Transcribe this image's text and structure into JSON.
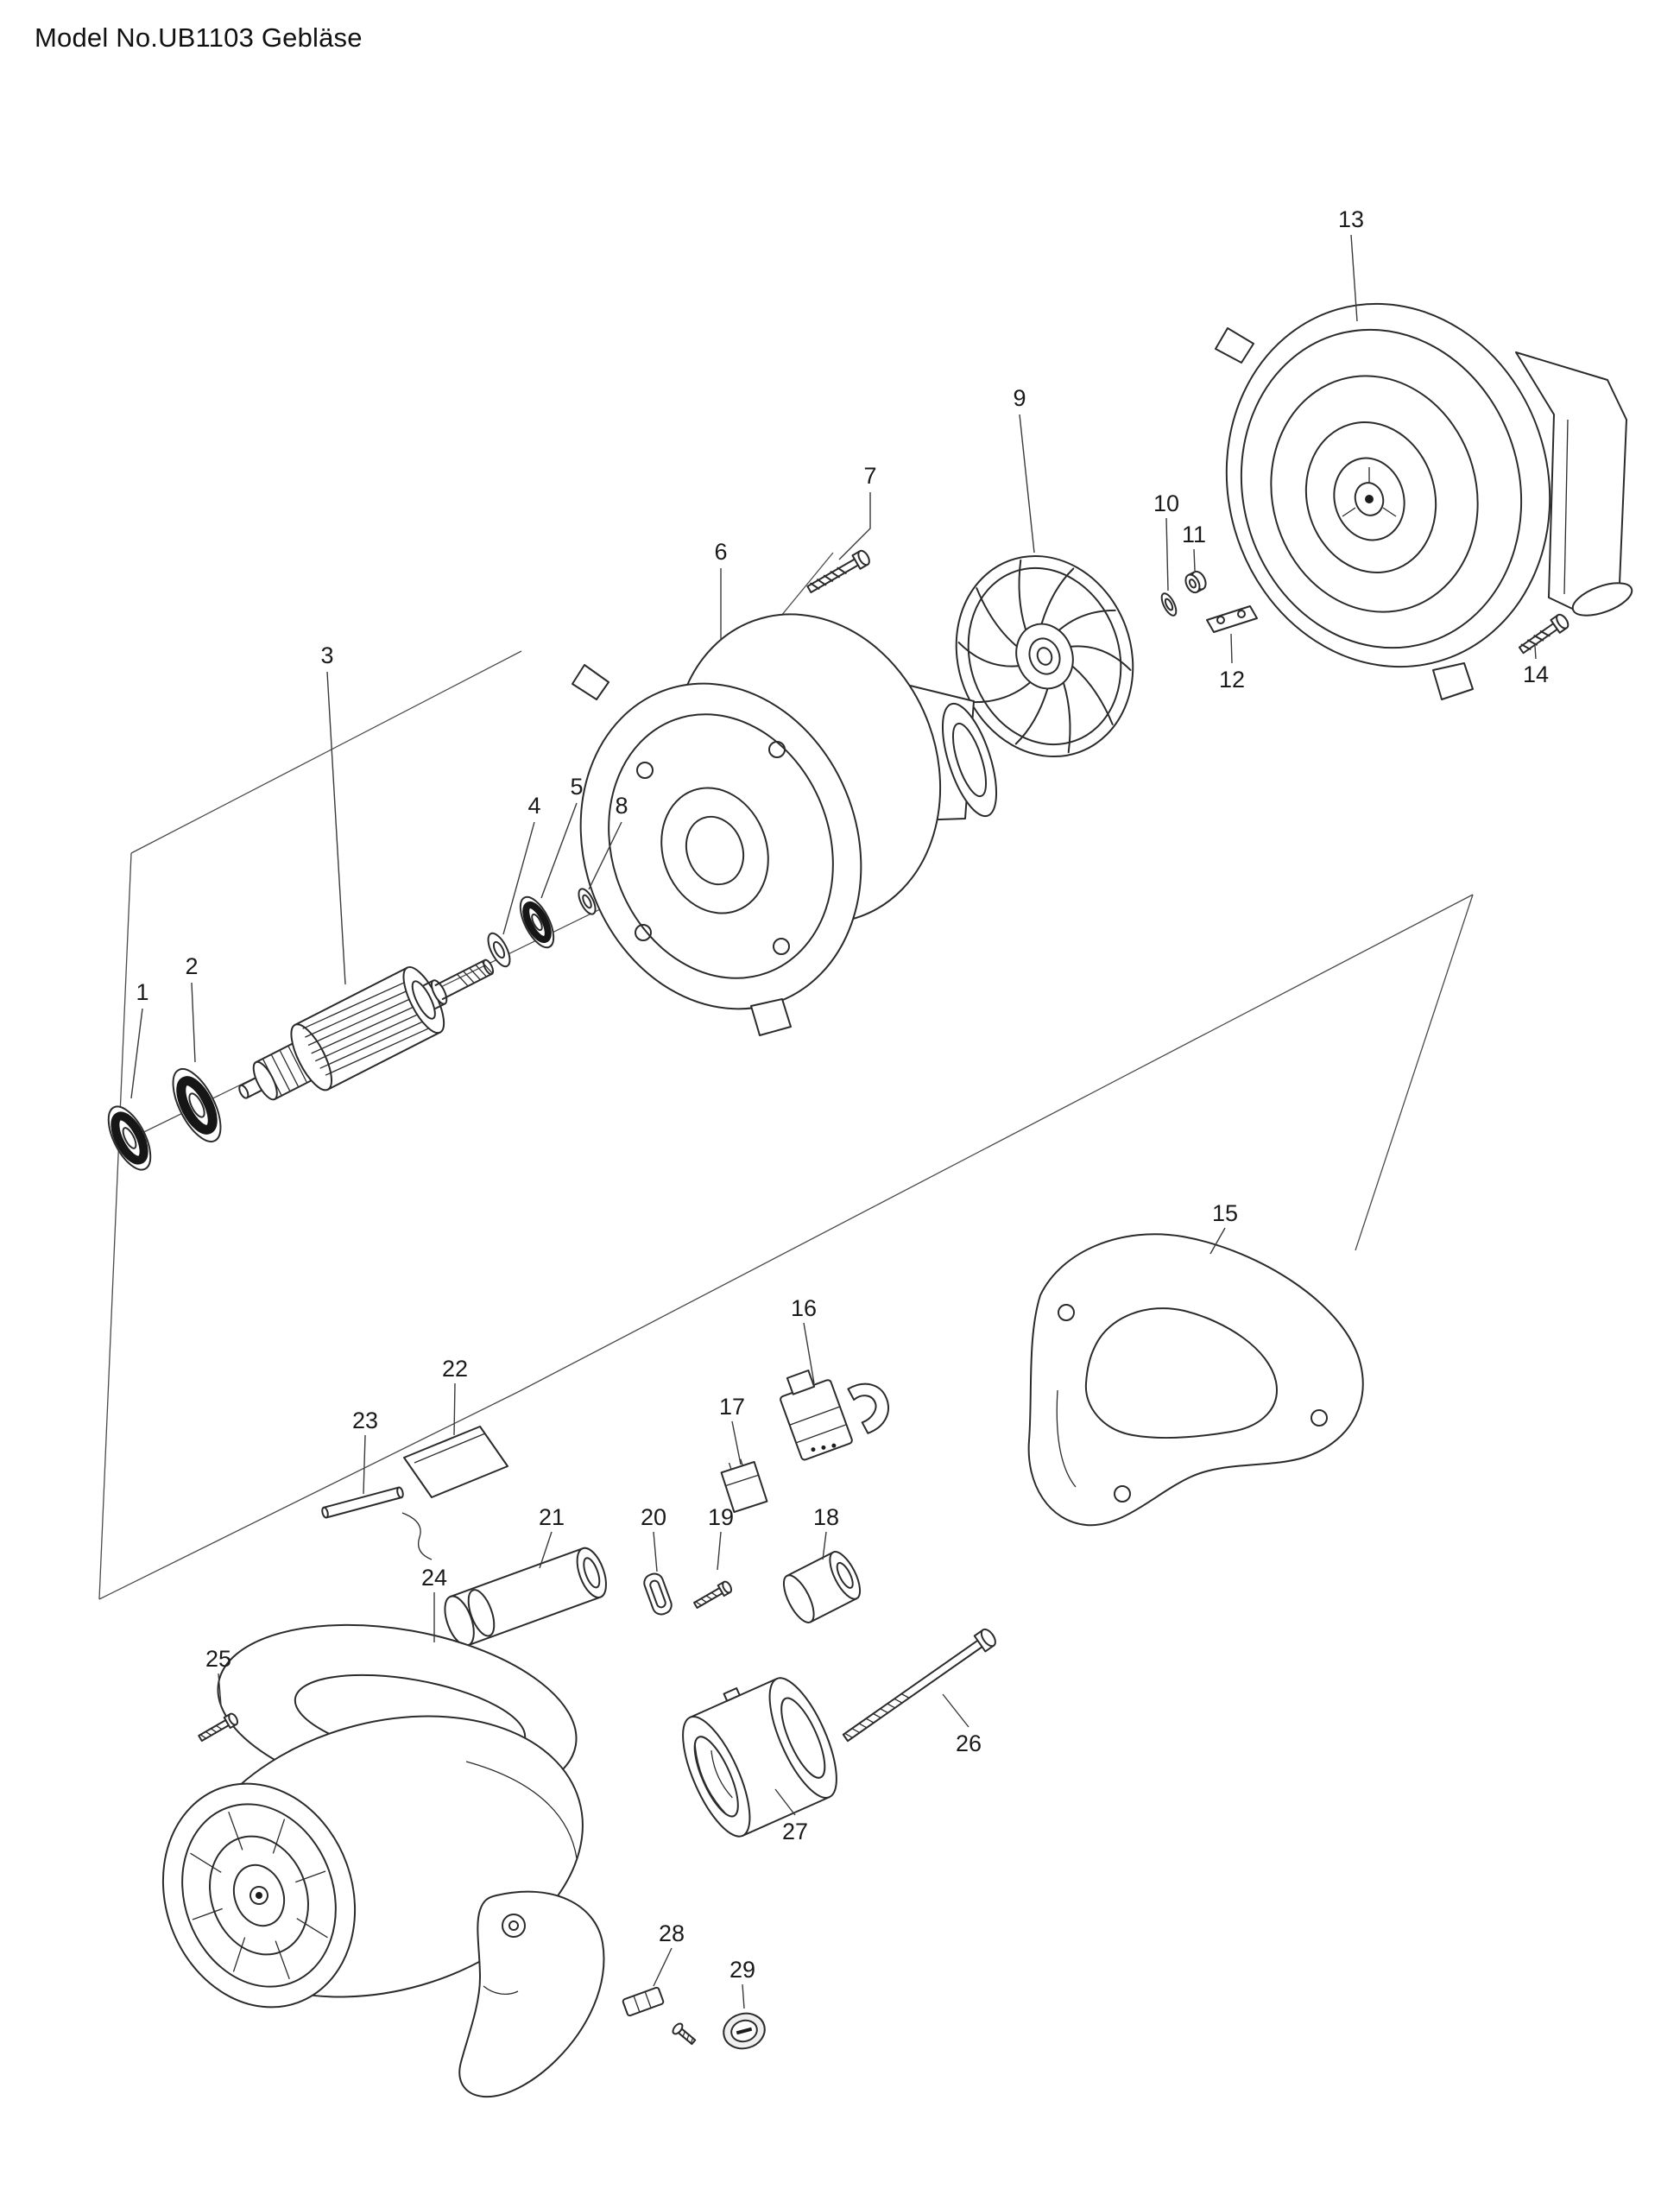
{
  "header": {
    "title": "Model No.UB1103 Gebläse"
  },
  "parts": [
    {
      "number": "1"
    },
    {
      "number": "2"
    },
    {
      "number": "3"
    },
    {
      "number": "4"
    },
    {
      "number": "5"
    },
    {
      "number": "6"
    },
    {
      "number": "7"
    },
    {
      "number": "8"
    },
    {
      "number": "9"
    },
    {
      "number": "10"
    },
    {
      "number": "11"
    },
    {
      "number": "12"
    },
    {
      "number": "13"
    },
    {
      "number": "14"
    },
    {
      "number": "15"
    },
    {
      "number": "16"
    },
    {
      "number": "17"
    },
    {
      "number": "18"
    },
    {
      "number": "19"
    },
    {
      "number": "20"
    },
    {
      "number": "21"
    },
    {
      "number": "22"
    },
    {
      "number": "23"
    },
    {
      "number": "24"
    },
    {
      "number": "25"
    },
    {
      "number": "26"
    },
    {
      "number": "27"
    },
    {
      "number": "28"
    },
    {
      "number": "29"
    }
  ]
}
